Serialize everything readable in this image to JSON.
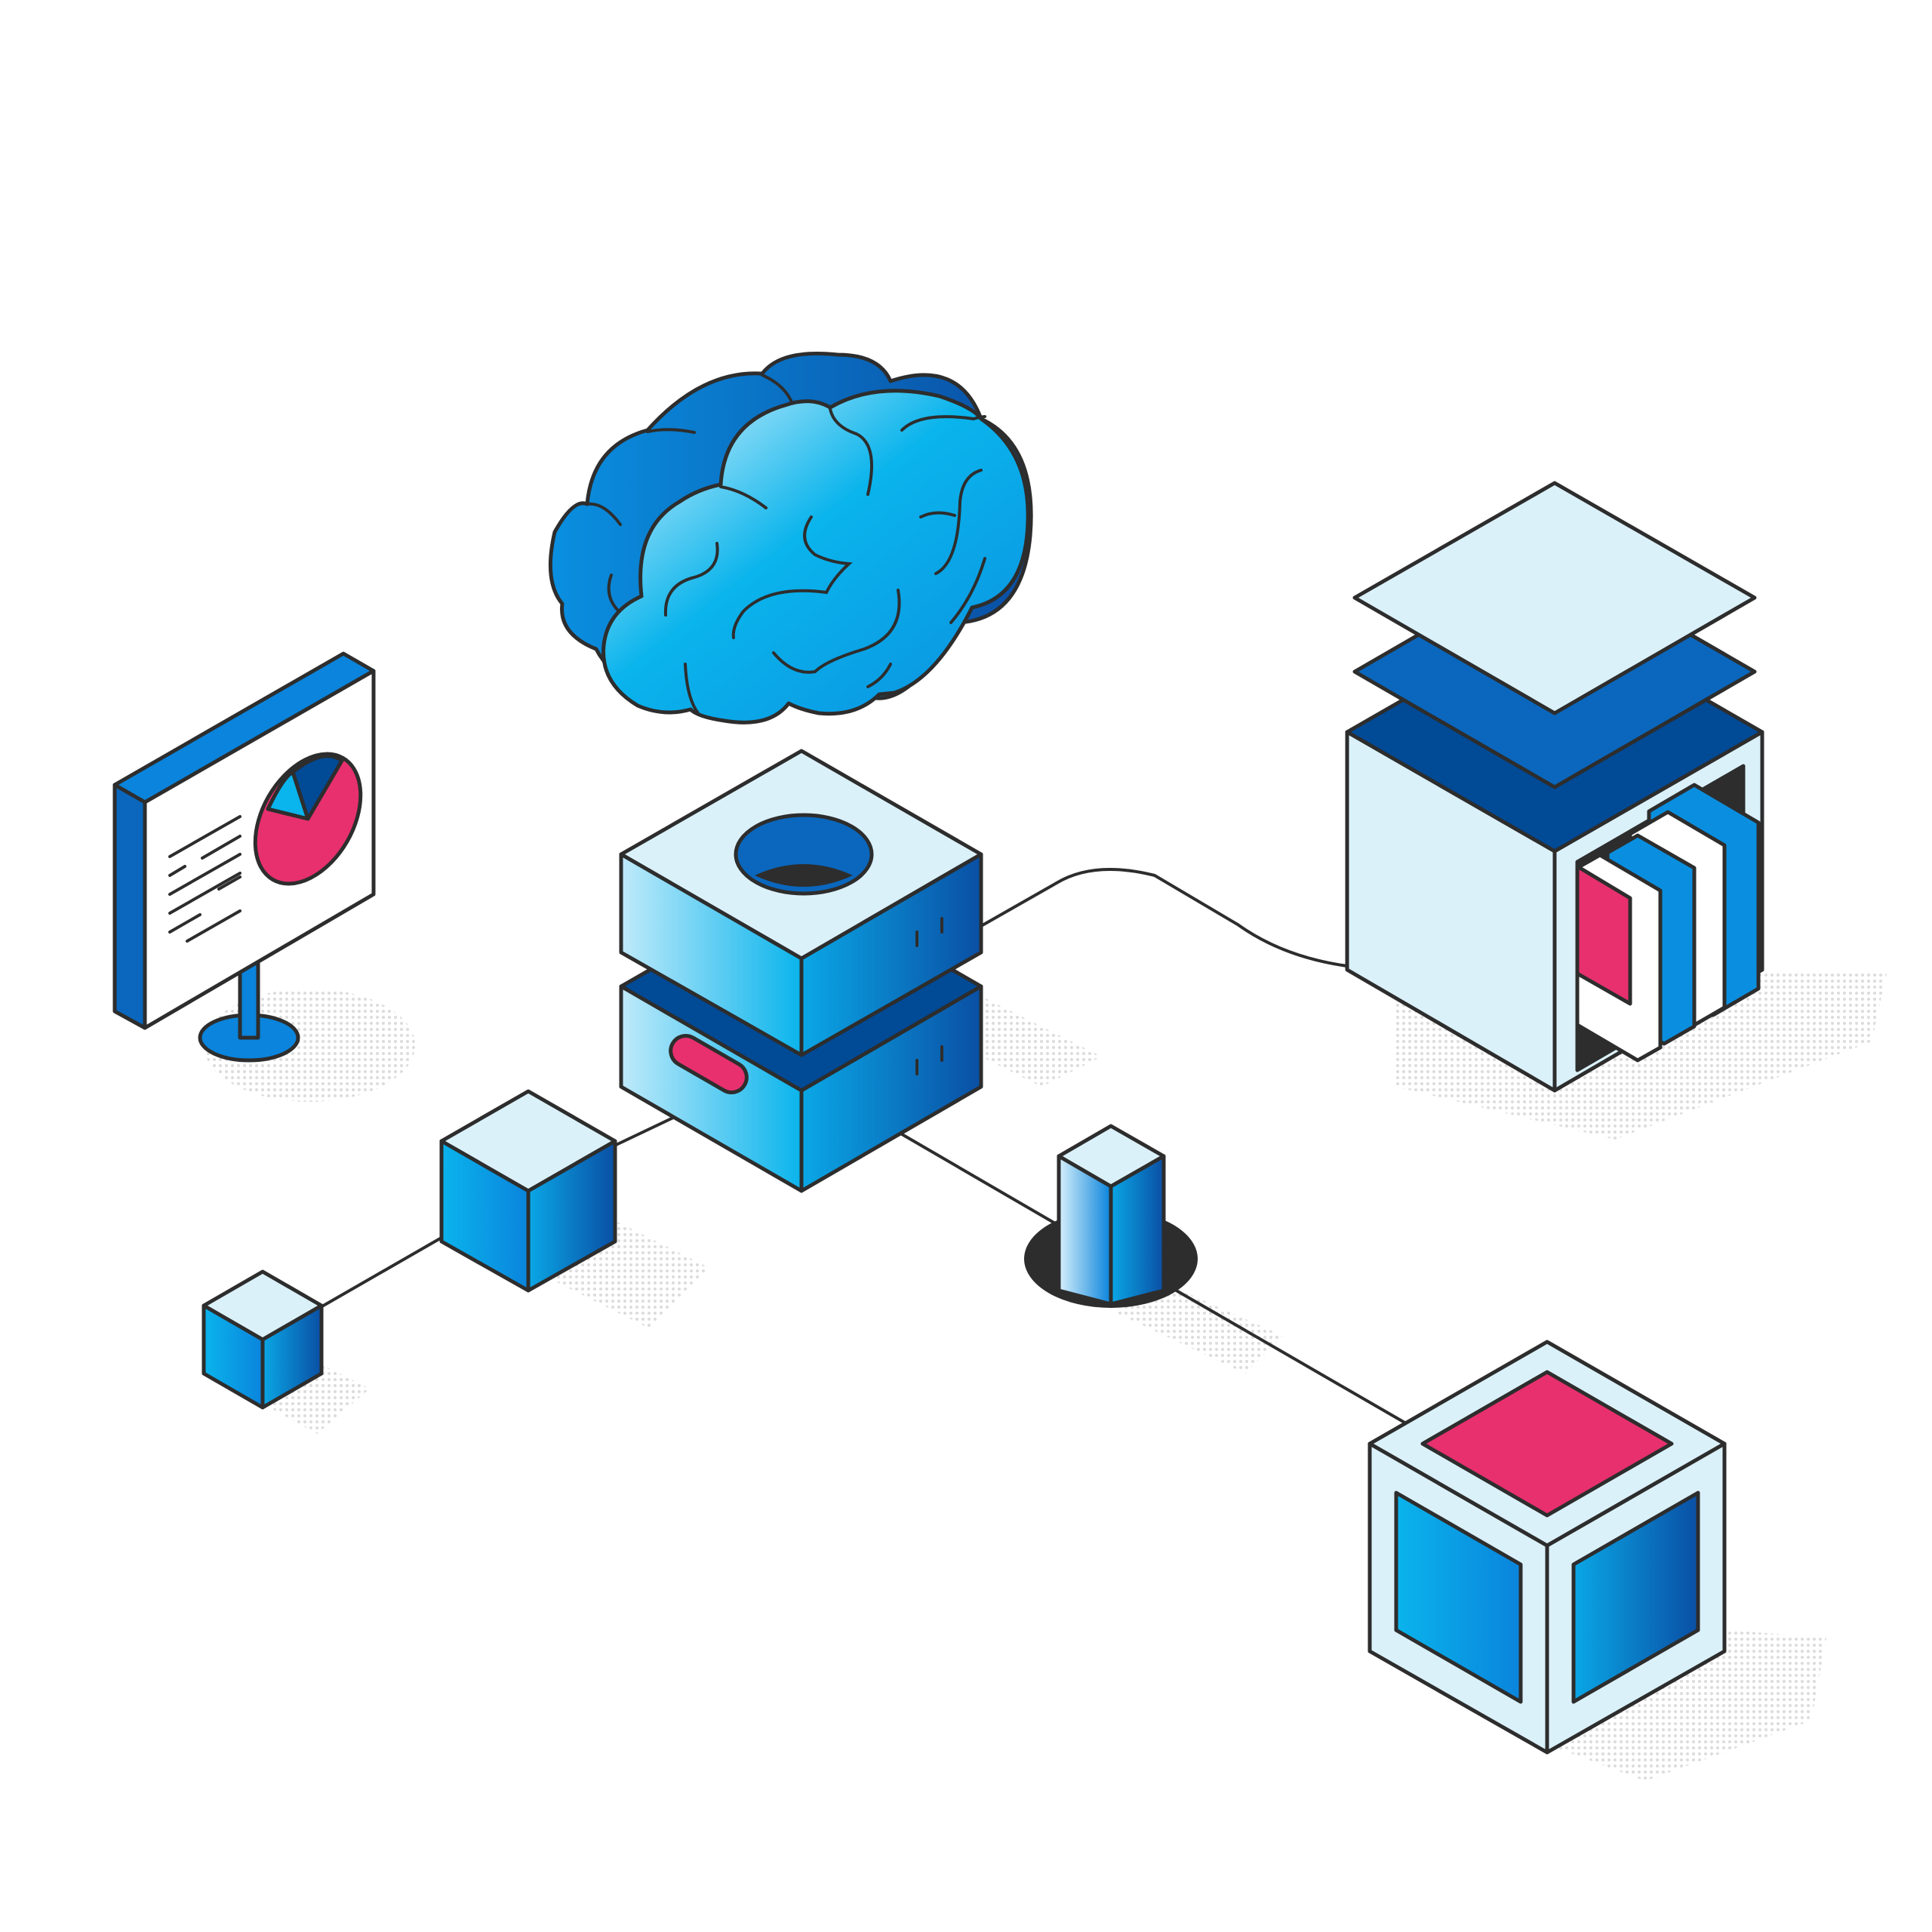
{
  "colors": {
    "outline": "#2d2d2d",
    "pale": "#dbf1fa",
    "cyan": "#0ab4ec",
    "blue": "#0a8fe0",
    "mid_blue": "#0a67bd",
    "navy": "#004a96",
    "pink": "#e8306f",
    "shadow": "#e6e6e6",
    "hole": "#2d2d2d"
  },
  "illustration": {
    "elements": [
      {
        "name": "brain-icon",
        "color": "cyan"
      },
      {
        "name": "presentation-board",
        "chart": "pie-chart",
        "slices": 3
      },
      {
        "name": "central-server-stack",
        "units": 2
      },
      {
        "name": "storage-cabinet",
        "drawers": 3
      },
      {
        "name": "small-cube",
        "count": 2
      },
      {
        "name": "pillar-block",
        "count": 1
      },
      {
        "name": "frame-cube",
        "count": 1
      }
    ],
    "connections": 4
  }
}
